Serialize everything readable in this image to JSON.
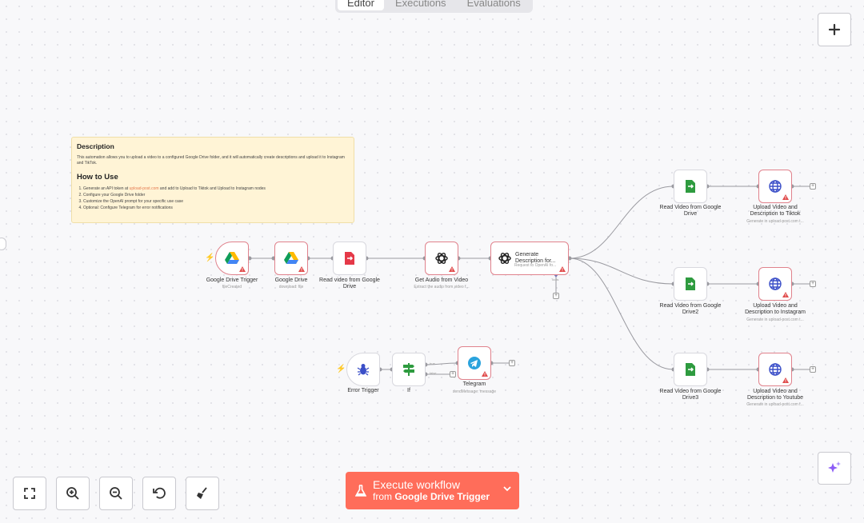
{
  "tabs": [
    {
      "label": "Editor"
    },
    {
      "label": "Executions"
    },
    {
      "label": "Evaluations"
    }
  ],
  "sticky": {
    "title": "Description",
    "text": "This automation allows you to upload a video to a configured Google Drive folder, and it will automatically create descriptions and upload it to Instagram and TikTok.",
    "how_title": "How to Use",
    "step1_prefix": "Generate an API token at ",
    "step1_link": "upload-post.com",
    "step1_suffix": " and add to Upload to Tiktok and Upload to Instagram nodes",
    "step2": "Configure your Google Drive folder",
    "step3": "Customize the OpenAI prompt for your specific use case",
    "step4": "Optional: Configure Telegram for error notifications"
  },
  "nodes": {
    "gdrive_trigger": {
      "label": "Google Drive Trigger",
      "sub": "fileCreated",
      "icon": "google-drive-icon"
    },
    "gdrive": {
      "label": "Google Drive",
      "sub": "download: file",
      "icon": "google-drive-icon"
    },
    "read_video": {
      "label": "Read video from Google Drive",
      "icon": "read-file-icon"
    },
    "get_audio": {
      "label": "Get Audio from Video",
      "sub": "Extract the audio from video f...",
      "icon": "openai-icon"
    },
    "gen_desc": {
      "label": "Generate Description for...",
      "sub": "Request to OpenAI fo...",
      "tool": "Tools",
      "icon": "openai-icon"
    },
    "read_tiktok": {
      "label": "Read Video from Google Drive",
      "icon": "read-file-icon"
    },
    "upload_tiktok": {
      "label": "Upload Video and Description to Tiktok",
      "sub": "Generate in upload-post.com t...",
      "icon": "globe-icon"
    },
    "read_ig": {
      "label": "Read Video from Google Drive2",
      "icon": "read-file-icon"
    },
    "upload_ig": {
      "label": "Upload Video and Description to Instagram",
      "sub": "Generate in upload-post.com t...",
      "icon": "globe-icon"
    },
    "read_yt": {
      "label": "Read Video from Google Drive3",
      "icon": "read-file-icon"
    },
    "upload_yt": {
      "label": "Upload Video and Description to Youtube",
      "sub": "Generate in upload-post.com t...",
      "icon": "globe-icon"
    },
    "error_trigger": {
      "label": "Error Trigger",
      "icon": "bug-icon"
    },
    "if": {
      "label": "If",
      "true": "true",
      "false": "false",
      "icon": "signpost-icon"
    },
    "telegram": {
      "label": "Telegram",
      "sub": "sendMessage: message",
      "icon": "telegram-icon"
    }
  },
  "execute": {
    "line1": "Execute workflow",
    "line2_prefix": "from ",
    "line2_bold": "Google Drive Trigger"
  },
  "colors": {
    "accent": "#ff6d5a",
    "error_border": "#e0828c",
    "sticky_bg": "#fff4d6"
  }
}
